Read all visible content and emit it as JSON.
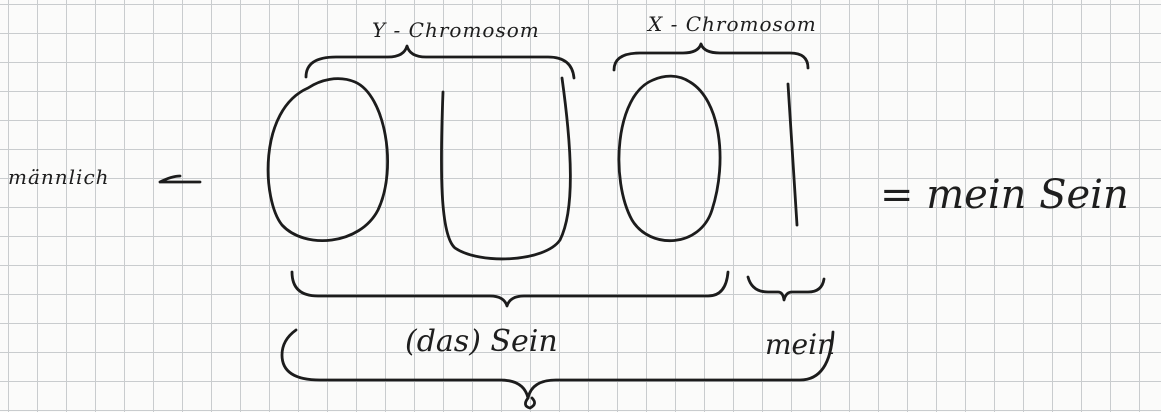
{
  "labels": {
    "y_chromosom": "Y - Chromosom",
    "x_chromosom": "X - Chromosom",
    "left_label": "männlich",
    "right_label": "= mein Sein",
    "bottom_das_sein": "(das) Sein",
    "bottom_mein": "mein"
  },
  "colors": {
    "ink": "#1c1c1c",
    "grid": "#c9ccce",
    "paper": "#fbfbfa"
  }
}
